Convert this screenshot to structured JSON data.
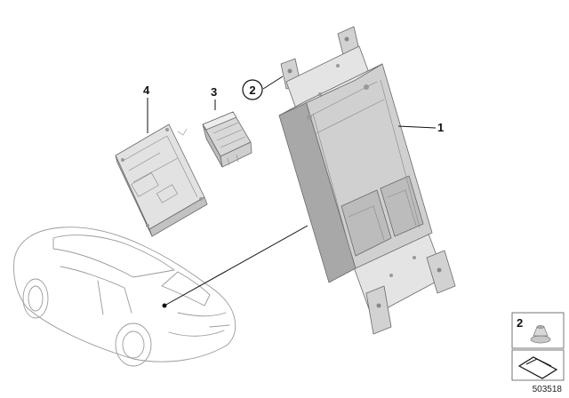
{
  "diagram": {
    "callouts": {
      "part1": "1",
      "part2": "2",
      "part3": "3",
      "part4": "4"
    },
    "legend": {
      "item_number": "2"
    },
    "figure_number": "503518"
  },
  "colors": {
    "part_fill_light": "#dcdcdc",
    "part_fill_mid": "#c8c8c8",
    "part_fill_dark": "#a9a9a9",
    "outline": "#6a6a6a",
    "callout_text": "#111111"
  }
}
